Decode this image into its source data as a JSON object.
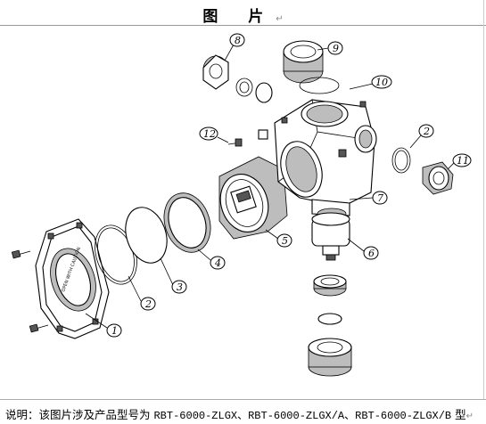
{
  "header": {
    "title": "图 片",
    "mark": "↵"
  },
  "figure": {
    "callouts": [
      {
        "id": "c1",
        "label": "1"
      },
      {
        "id": "c2a",
        "label": "2"
      },
      {
        "id": "c2b",
        "label": "2"
      },
      {
        "id": "c3",
        "label": "3"
      },
      {
        "id": "c4",
        "label": "4"
      },
      {
        "id": "c5",
        "label": "5"
      },
      {
        "id": "c6",
        "label": "6"
      },
      {
        "id": "c7",
        "label": "7"
      },
      {
        "id": "c8",
        "label": "8"
      },
      {
        "id": "c9",
        "label": "9"
      },
      {
        "id": "c10",
        "label": "10"
      },
      {
        "id": "c11",
        "label": "11"
      },
      {
        "id": "c12",
        "label": "12"
      }
    ],
    "cover_engraving": "OPEN WITH CAUTION"
  },
  "caption": {
    "prefix": "说明：该图片涉及产品型号为 ",
    "models": "RBT-6000-ZLGX、RBT-6000-ZLGX/A、RBT-6000-ZLGX/B",
    "suffix": " 型",
    "mark": "↵"
  }
}
